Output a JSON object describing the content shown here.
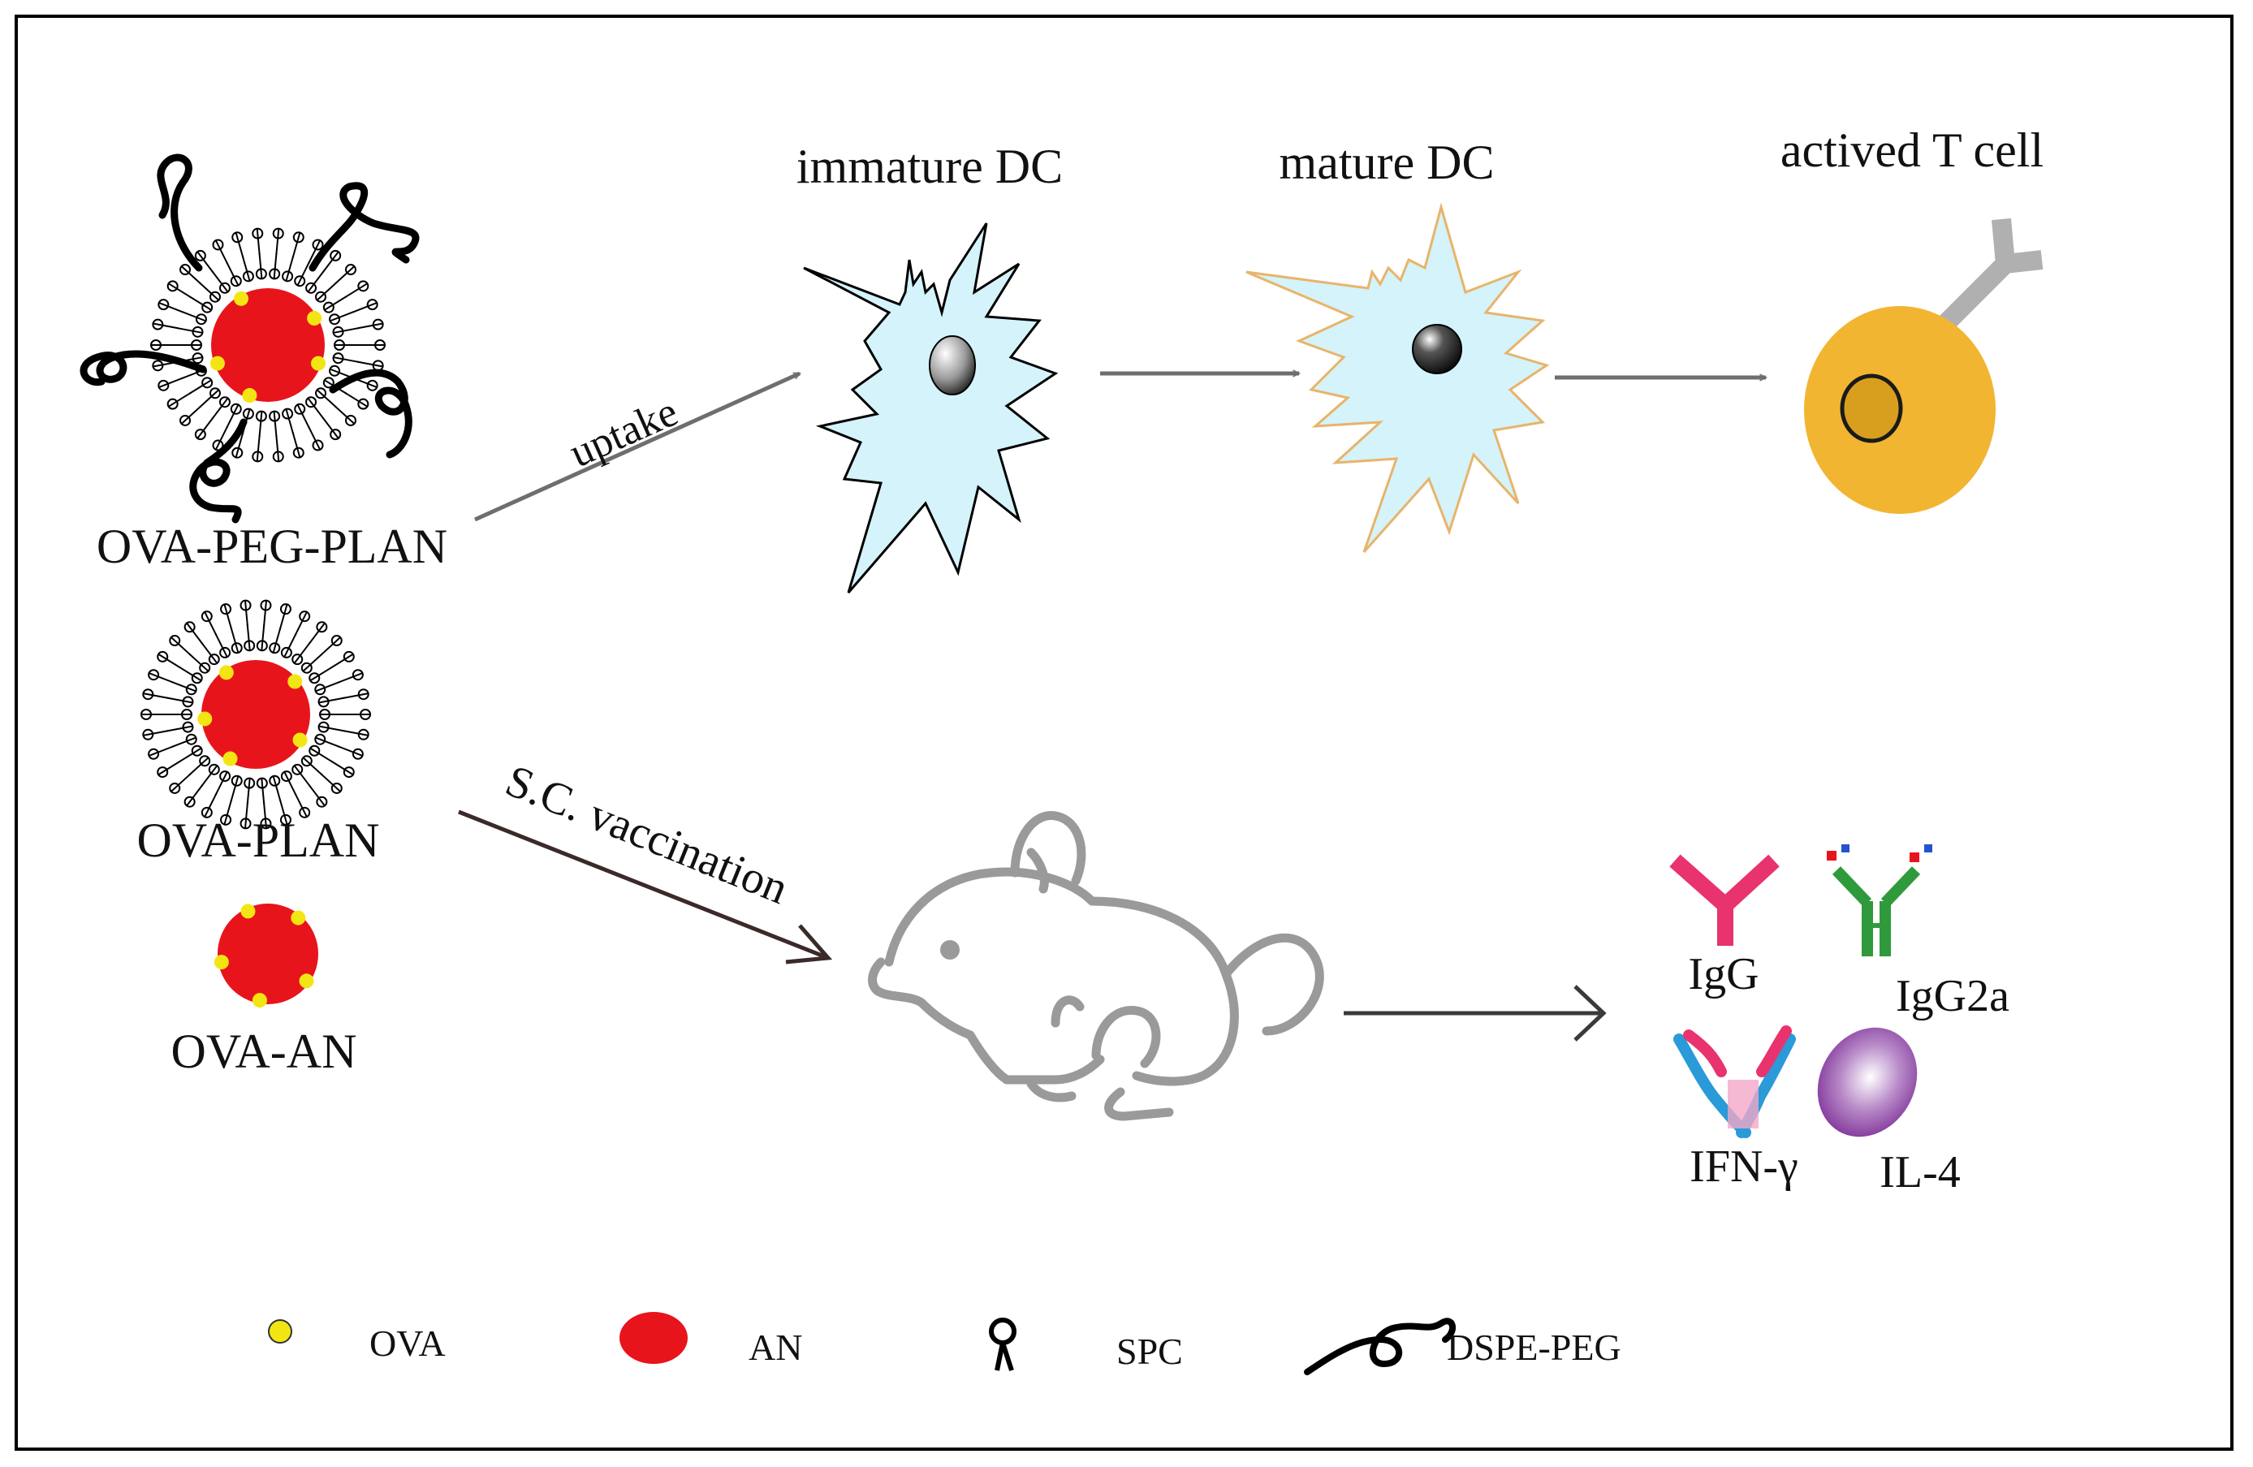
{
  "nanoparticles": {
    "peg_plan": "OVA-PEG-PLAN",
    "plan": "OVA-PLAN",
    "an": "OVA-AN"
  },
  "arrows": {
    "uptake": "uptake",
    "vaccination": "S.C. vaccination"
  },
  "cells": {
    "immature_dc": "immature DC",
    "mature_dc": "mature DC",
    "t_cell": "actived T cell"
  },
  "responses": {
    "igg": "IgG",
    "igg2a": "IgG2a",
    "ifn": "IFN-γ",
    "il4": "IL-4"
  },
  "legend": {
    "ova": "OVA",
    "an": "AN",
    "spc": "SPC",
    "dspe_peg": "DSPE-PEG"
  },
  "colors": {
    "an_core": "#e8141b",
    "ova_dot": "#f3e514",
    "dc_fill": "#d4f3fa",
    "mature_dc_outline": "#e8b46a",
    "t_cell": "#f2b531",
    "arrow": "#6e6e6e",
    "mouse": "#9a9a9a",
    "igg": "#e8336e",
    "igg2a": "#2f9a3c",
    "il4": "#8a3fa0"
  }
}
